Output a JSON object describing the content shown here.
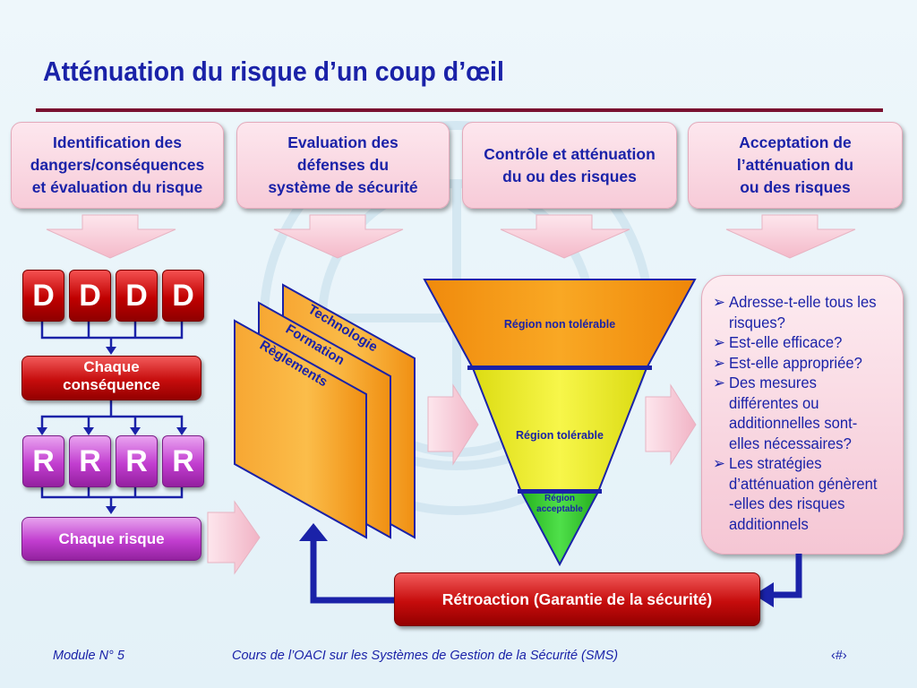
{
  "title": "Atténuation du risque d’un coup d’œil",
  "steps": [
    {
      "text": "Identification des\ndangers/conséquences\net évaluation du risque"
    },
    {
      "text": "Evaluation des\ndéfenses du\nsystème de sécurité"
    },
    {
      "text": "Contrôle et atténuation\ndu ou des risques"
    },
    {
      "text": "Acceptation de\nl’atténuation du\nou des risques"
    }
  ],
  "d_tiles": [
    "D",
    "D",
    "D",
    "D"
  ],
  "r_tiles": [
    "R",
    "R",
    "R",
    "R"
  ],
  "chaque_consequence": "Chaque\nconséquence",
  "chaque_risque": "Chaque risque",
  "defenses": [
    "Technologie",
    "Formation",
    "Règlements"
  ],
  "funnel": {
    "non_tolerable": "Région non tolérable",
    "tolerable": "Région tolérable",
    "acceptable": "Région\nacceptable"
  },
  "questions": [
    "Adresse-t-elle tous les risques?",
    "Est-elle efficace?",
    "Est-elle appropriée?",
    "Des mesures différentes ou additionnelles sont-elles nécessaires?",
    "Les stratégies d’atténuation génèrent -elles des risques additionnels"
  ],
  "retroaction": "Rétroaction (Garantie de la sécurité)",
  "footer": {
    "left": "Module N° 5",
    "center": "Cours de l’OACI sur les Systèmes de Gestion de la Sécurité (SMS)",
    "right": "‹#›"
  },
  "colors": {
    "title_blue": "#1a22a8",
    "rule": "#7a1030",
    "navy": "#1a22a8",
    "orange": "#f59c14",
    "yellow": "#f3f23a",
    "green": "#3fd23a"
  }
}
